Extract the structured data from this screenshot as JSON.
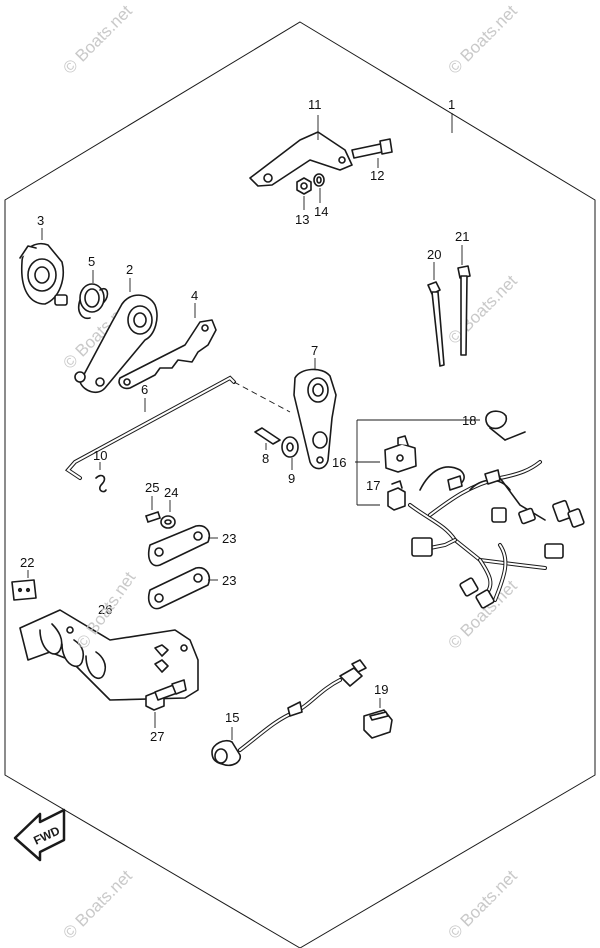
{
  "diagram": {
    "callouts": {
      "c1": "1",
      "c2": "2",
      "c3": "3",
      "c4": "4",
      "c5": "5",
      "c6": "6",
      "c7": "7",
      "c8": "8",
      "c9": "9",
      "c10": "10",
      "c11": "11",
      "c12": "12",
      "c13": "13",
      "c14": "14",
      "c15": "15",
      "c16": "16",
      "c17": "17",
      "c18": "18",
      "c19": "19",
      "c20": "20",
      "c21": "21",
      "c22": "22",
      "c23a": "23",
      "c23b": "23",
      "c24": "24",
      "c25": "25",
      "c26": "26",
      "c27": "27"
    },
    "fwd_label": "FWD",
    "watermark": "© Boats.net"
  }
}
